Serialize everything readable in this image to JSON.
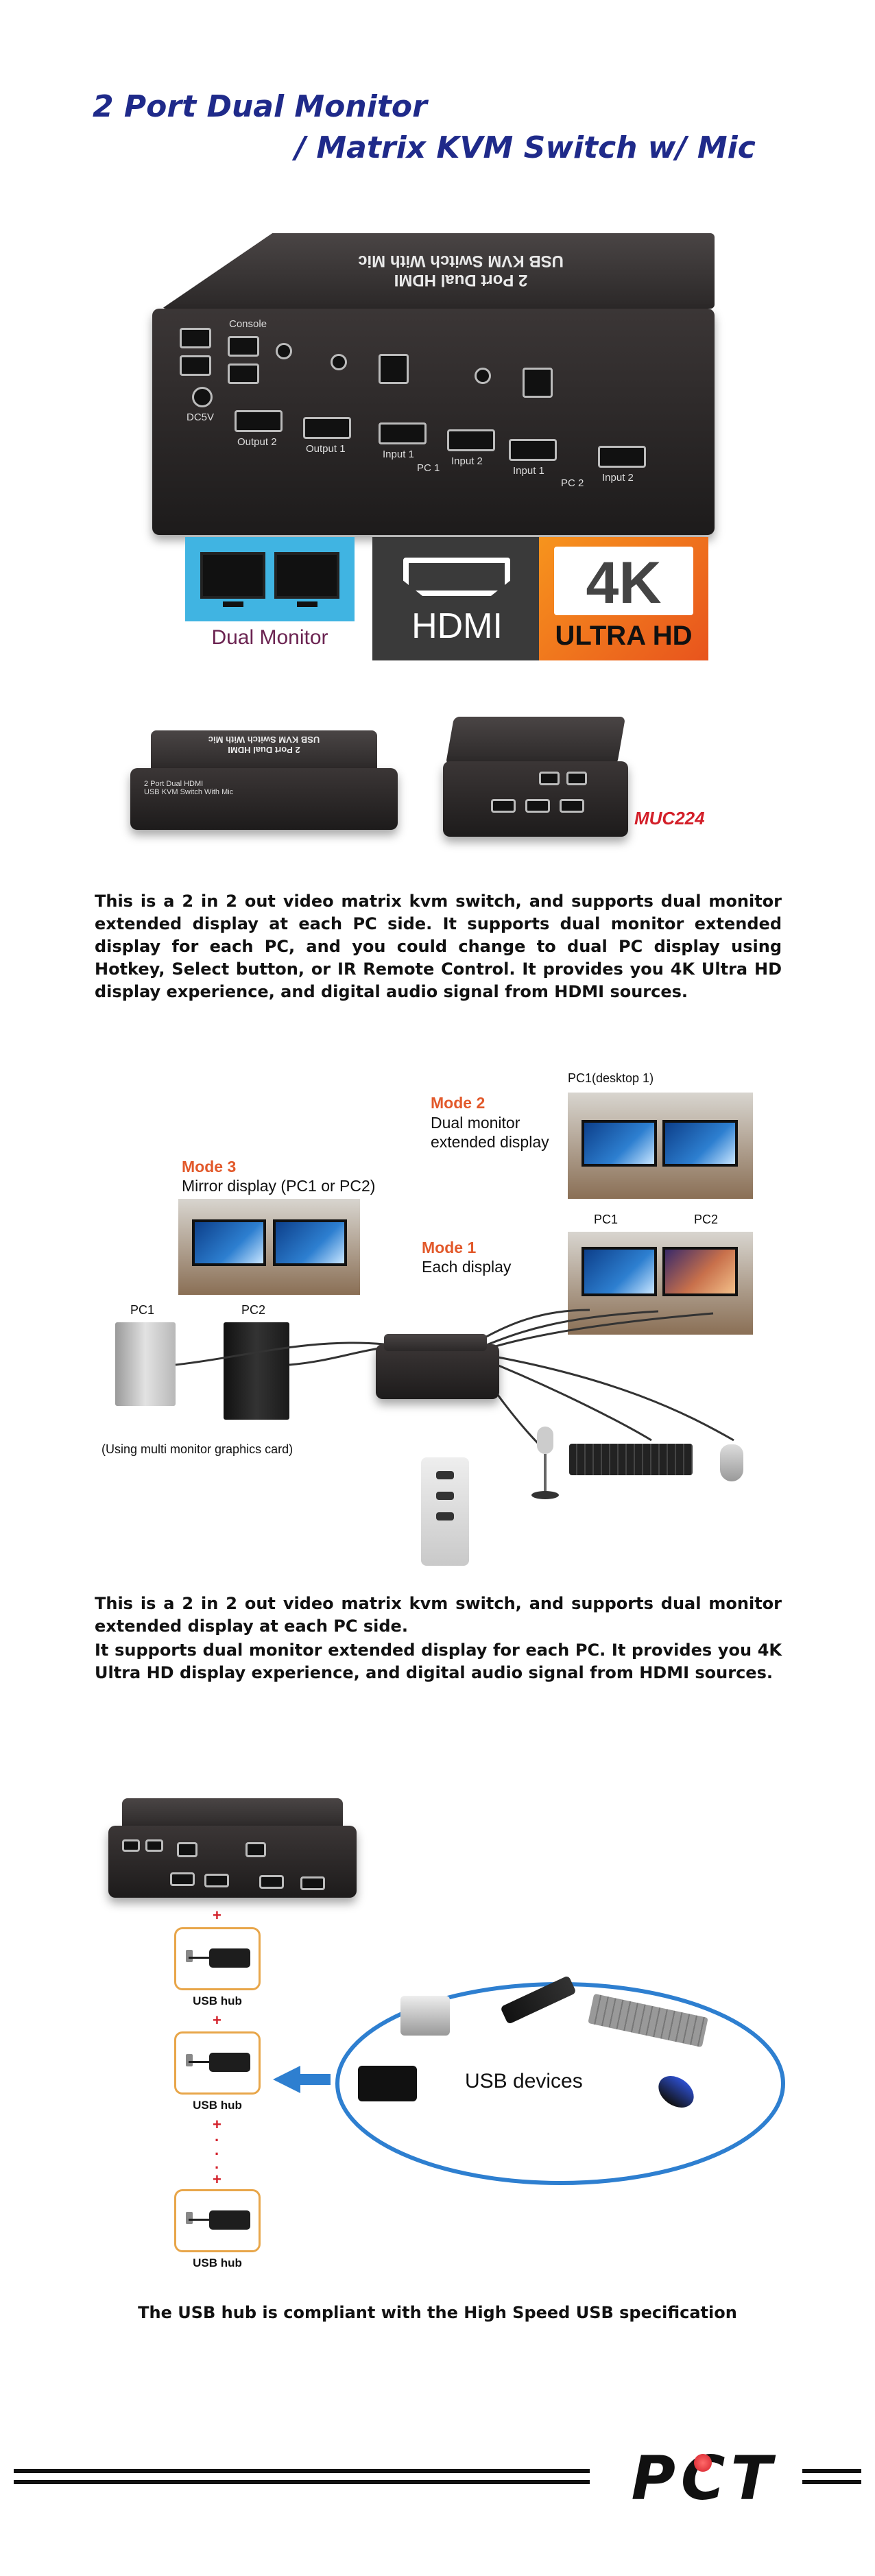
{
  "header": {
    "title_line1": "2 Port Dual Monitor",
    "title_line2": "/ Matrix KVM Switch w/ Mic"
  },
  "device_main": {
    "top_line1": "2 Port Dual HDMI",
    "top_line2": "USB KVM Switch With Mic",
    "port_labels": [
      "DC5V",
      "Console",
      "Output 2",
      "Output 1",
      "Input 1",
      "Input 2",
      "PC 1",
      "Input 1",
      "Input 2",
      "PC 2"
    ]
  },
  "logos": {
    "dual_monitor": "Dual Monitor",
    "hdmi": "HDMI",
    "four_k": "4K",
    "ultra_hd": "ULTRA HD"
  },
  "small_device": {
    "top_line1": "2 Port Dual HDMI",
    "top_line2": "USB KVM Switch With Mic",
    "front_line1": "2 Port Dual HDMI",
    "front_line2": "USB KVM Switch With Mic",
    "model": "MUC224"
  },
  "intro_paragraph": "This is a 2 in 2 out video matrix kvm switch, and supports dual monitor extended display at each PC side. It supports dual monitor extended display for each PC, and you could change to dual PC display using Hotkey, Select button, or IR Remote Control. It provides you 4K Ultra HD display experience, and digital audio signal from HDMI sources.",
  "modes": {
    "mode2_title": "Mode 2",
    "mode2_line1": "Dual monitor",
    "mode2_line2": "extended display",
    "pc1_desktop": "PC1(desktop  1)",
    "mode3_title": "Mode 3",
    "mode3_text": "Mirror display (PC1 or PC2)",
    "mode1_title": "Mode 1",
    "mode1_text": "Each display",
    "pc1_label": "PC1",
    "pc2_label": "PC2",
    "tower_pc1": "PC1",
    "tower_pc2": "PC2",
    "graphics_note": "(Using multi monitor graphics card)"
  },
  "second_paragraph_1": "This is a 2 in 2 out video matrix kvm switch, and supports dual monitor extended display at each PC side.",
  "second_paragraph_2": "It supports dual monitor extended display for each PC. It provides you 4K Ultra HD display experience, and digital audio signal from HDMI sources.",
  "usb_section": {
    "hub_label": "USB hub",
    "plus": "+",
    "dot": "·",
    "devices_label": "USB devices",
    "note": "The USB hub is compliant with the High Speed USB specification"
  },
  "footer": {
    "brand": "PCT"
  },
  "colors": {
    "title_blue": "#1f2a8a",
    "mode_orange": "#e2592b",
    "model_red": "#d3202a",
    "usb_circle_blue": "#2e7fd0",
    "hub_border_orange": "#e8a64a"
  }
}
